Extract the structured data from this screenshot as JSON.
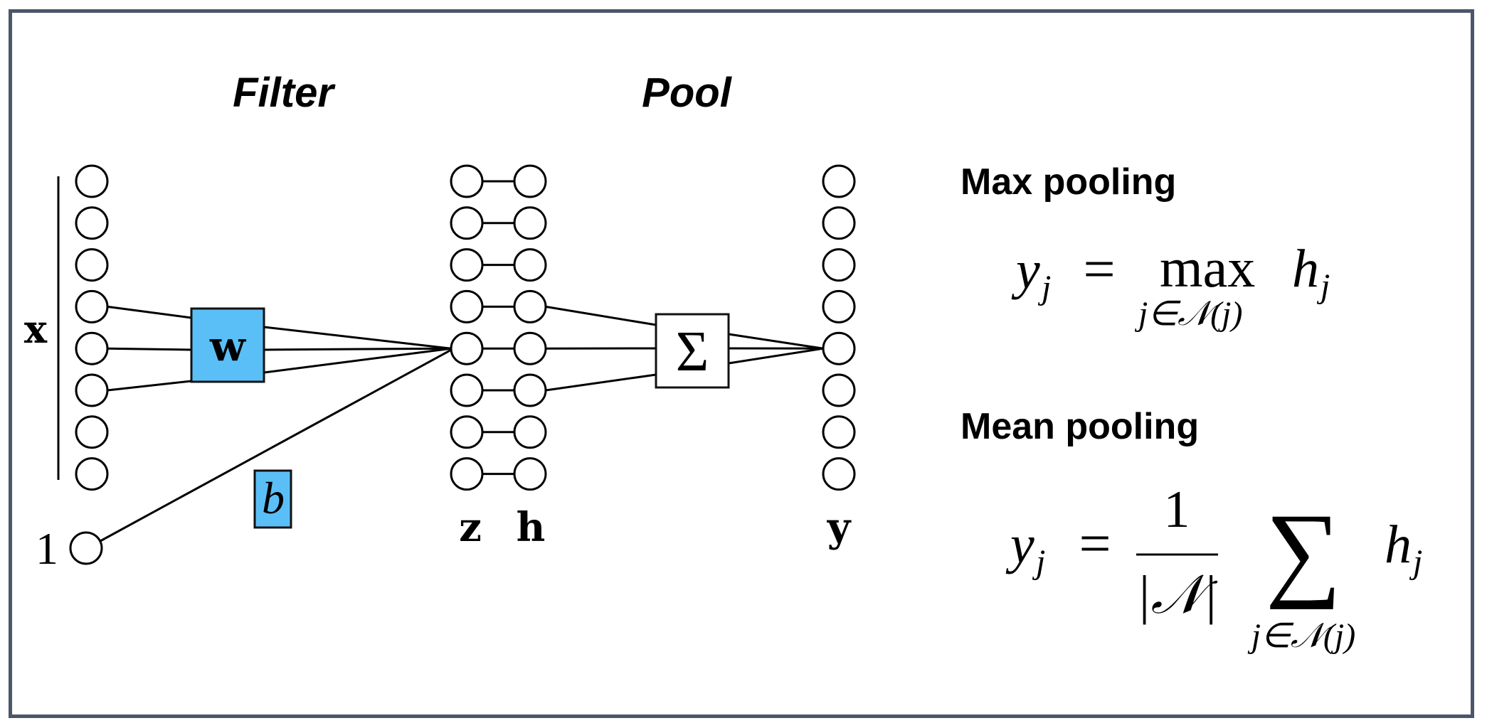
{
  "diagram": {
    "titles": {
      "filter": "Filter",
      "pool": "Pool"
    },
    "layers": {
      "x": {
        "label": "x",
        "node_count": 8
      },
      "bias_input": {
        "label": "1"
      },
      "z": {
        "label": "z",
        "node_count": 8
      },
      "h": {
        "label": "h",
        "node_count": 8
      },
      "y": {
        "label": "y",
        "node_count": 8
      }
    },
    "filter_box": {
      "label": "w",
      "color": "#5bbff7"
    },
    "bias_box": {
      "label": "b",
      "color": "#5bbff7"
    },
    "pool_box": {
      "label": "Σ"
    },
    "connections": {
      "x_to_z": {
        "from_rows": [
          3,
          4,
          5
        ],
        "to_row": 4
      },
      "bias_to_z": {
        "to_row": 4
      },
      "z_to_h": "one-to-one",
      "h_to_y": {
        "from_rows": [
          3,
          4,
          5
        ],
        "to_row": 4
      }
    },
    "border_color": "#4b5669"
  },
  "formulas": {
    "max_pooling": {
      "heading": "Max pooling",
      "lhs": "y",
      "lhs_sub": "j",
      "equals": "=",
      "operator": "max",
      "operator_sub": "j∈𝒩(j)",
      "rhs": "h",
      "rhs_sub": "j"
    },
    "mean_pooling": {
      "heading": "Mean pooling",
      "lhs": "y",
      "lhs_sub": "j",
      "equals": "=",
      "numerator": "1",
      "denominator": "|𝒩|",
      "operator": "∑",
      "operator_sub": "j∈𝒩(j)",
      "rhs": "h",
      "rhs_sub": "j"
    }
  }
}
